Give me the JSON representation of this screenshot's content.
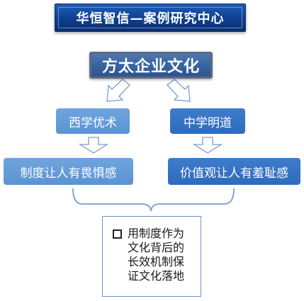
{
  "banner": {
    "text": "华恒智信—案例研究中心"
  },
  "diagram": {
    "root": "方太企业文化",
    "left": {
      "label": "西学优术",
      "result": "制度让人有畏惧感"
    },
    "right": {
      "label": "中学明道",
      "result": "价值观让人有羞耻感"
    },
    "conclusion": {
      "bullet_icon": "square-bullet-icon",
      "lines": [
        "用制度作为",
        "文化背后的",
        "长效机制保",
        "证文化落地"
      ]
    }
  }
}
